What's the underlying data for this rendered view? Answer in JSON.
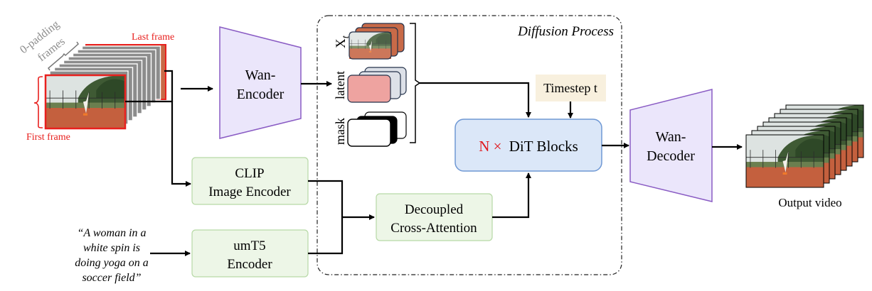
{
  "input": {
    "padding_label_line1": "0-padding",
    "padding_label_line2": "frames",
    "last_frame_label": "Last frame",
    "first_frame_label": "First frame",
    "padding_frame_count": 8
  },
  "wan_encoder": {
    "line1": "Wan-",
    "line2": "Encoder"
  },
  "diffusion": {
    "title": "Diffusion Process",
    "stack_labels": {
      "xt": "X",
      "xt_sub": "t",
      "latent": "latent",
      "mask": "mask"
    },
    "timestep_label": "Timestep t",
    "dit_multiplier": "N ×",
    "dit_label": "DiT Blocks"
  },
  "clip_encoder": {
    "line1": "CLIP",
    "line2": "Image Encoder"
  },
  "umt5_encoder": {
    "line1": "umT5",
    "line2": "Encoder"
  },
  "cross_attention": {
    "line1": "Decoupled",
    "line2": "Cross-Attention"
  },
  "prompt": {
    "lines": [
      "“A woman in a",
      "white spin is",
      "doing yoga on a",
      "soccer field”"
    ]
  },
  "wan_decoder": {
    "line1": "Wan-",
    "line2": "Decoder"
  },
  "output": {
    "label": "Output video",
    "frame_count": 8
  },
  "colors": {
    "frame_red": "#e8201e",
    "padding_gray": "#8c8c8c",
    "trapezoid_fill": "#ebe6fb",
    "trapezoid_stroke": "#8a5cc4",
    "green_fill": "#edf6e7",
    "green_stroke": "#b7d9a6",
    "blue_fill": "#dbe7f8",
    "blue_stroke": "#6f98d4",
    "timestep_fill": "#f8f0de",
    "latent_pink": "#eea3a0",
    "latent_gray": "#dde1e8",
    "multiplier_red": "#e0171c",
    "line": "#000000"
  }
}
